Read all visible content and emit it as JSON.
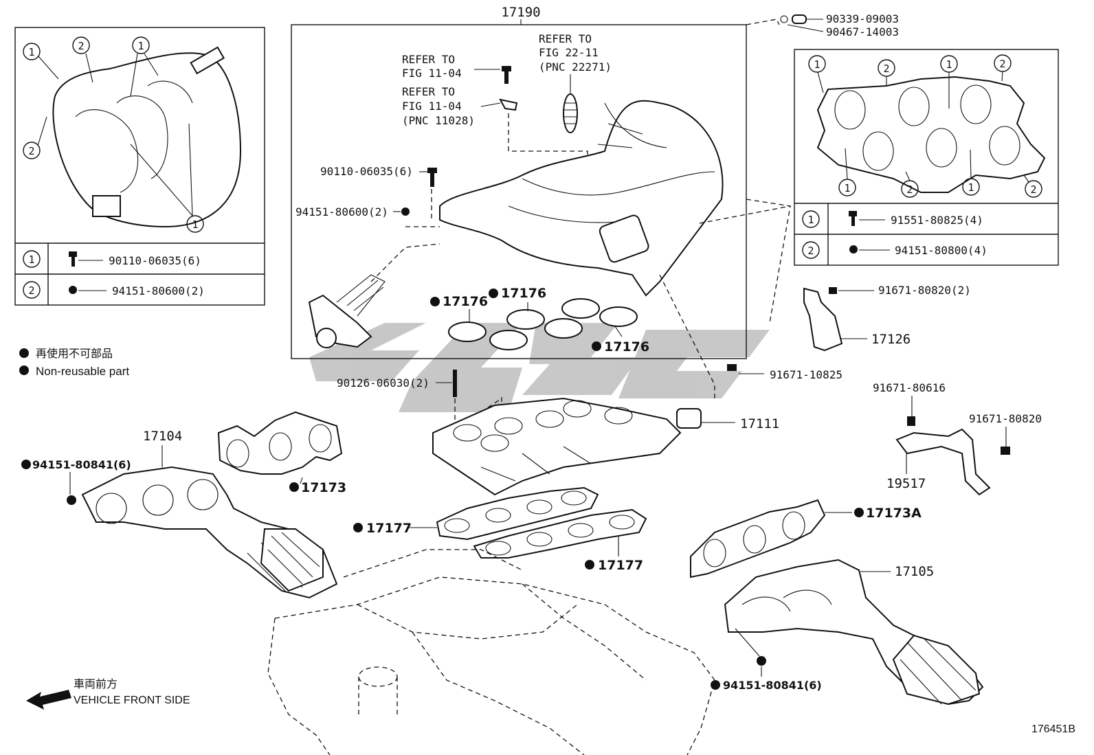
{
  "diagram": {
    "top_label": "17190",
    "notes": {
      "refer1": [
        "REFER TO",
        "FIG 22-11",
        "(PNC 22271)"
      ],
      "refer2": [
        "REFER TO",
        "FIG 11-04"
      ],
      "refer3": [
        "REFER TO",
        "FIG 11-04",
        "(PNC 11028)"
      ]
    },
    "parts": {
      "p90339": "90339-09003",
      "p90467": "90467-14003",
      "p90110_main": "90110-06035(6)",
      "p94151_main": "94151-80600(2)",
      "g17176a": "17176",
      "g17176b": "17176",
      "g17176c": "17176",
      "p90126": "90126-06030(2)",
      "p91671_10825": "91671-10825",
      "p17111": "17111",
      "p17104": "17104",
      "p94151_80841_left": "94151-80841(6)",
      "p17173": "17173",
      "p17177a": "17177",
      "p17177b": "17177",
      "p91671_80820_top": "91671-80820(2)",
      "p17126": "17126",
      "p91671_80616": "91671-80616",
      "p91671_80820": "91671-80820",
      "p19517": "19517",
      "p17173A": "17173A",
      "p17105": "17105",
      "p94151_80841_right": "94151-80841(6)"
    },
    "left_table": {
      "row1_num": "1",
      "row1_part": "90110-06035(6)",
      "row2_num": "2",
      "row2_part": "94151-80600(2)"
    },
    "left_inset_callouts": [
      "1",
      "2",
      "1",
      "2",
      "1"
    ],
    "right_table": {
      "row1_num": "1",
      "row1_part": "91551-80825(4)",
      "row2_num": "2",
      "row2_part": "94151-80800(4)"
    },
    "right_inset_callouts": [
      "1",
      "2",
      "1",
      "2",
      "1",
      "2",
      "1",
      "2"
    ],
    "legend": {
      "jp": "再使用不可部品",
      "en": "Non-reusable part"
    },
    "direction": {
      "jp": "車両前方",
      "en": "VEHICLE FRONT SIDE"
    },
    "figure_id": "176451B",
    "watermark": "cis9c"
  }
}
